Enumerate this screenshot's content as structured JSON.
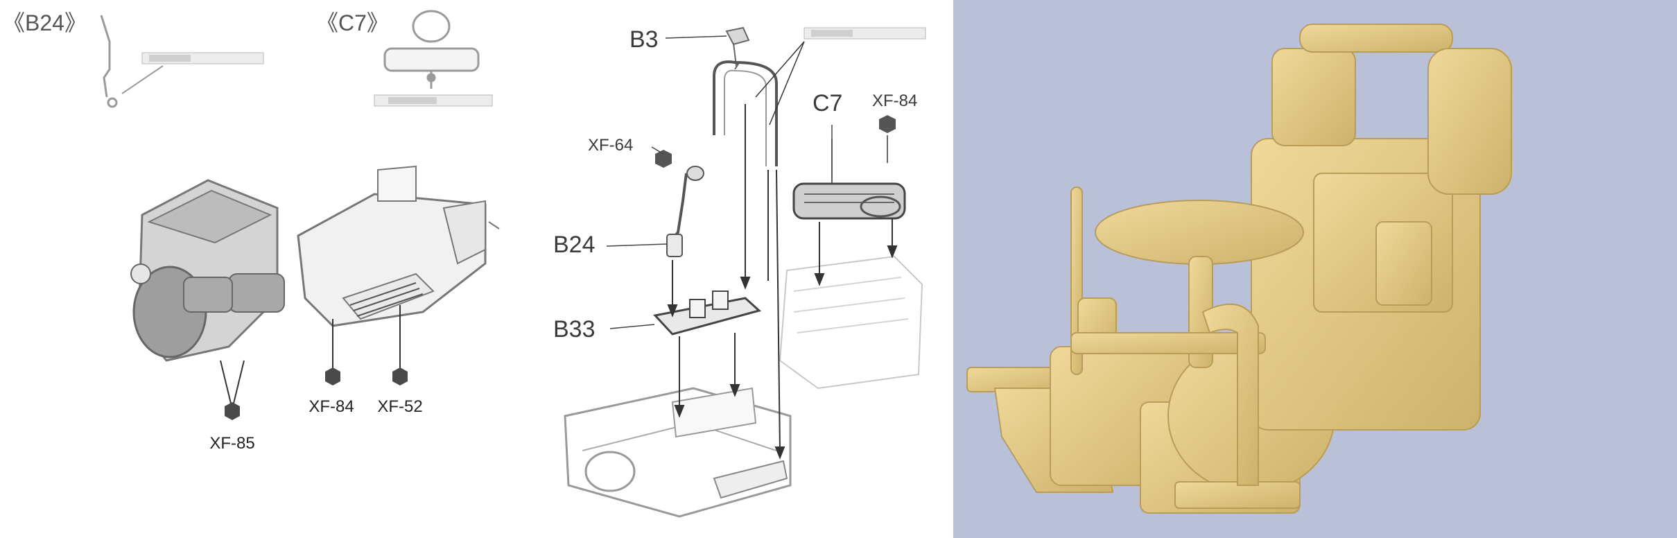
{
  "instructions": {
    "sprue_headers": [
      "《B24》",
      "《C7》"
    ],
    "step1": {
      "paint_codes": [
        "XF-85",
        "XF-84",
        "XF-52"
      ]
    },
    "step2": {
      "part_labels": [
        "B3",
        "C7",
        "XF-84",
        "XF-64",
        "B24",
        "B33"
      ]
    }
  },
  "photo": {
    "subject": "assembled engine model",
    "colors": {
      "plastic": "#e3cc8a",
      "background": "#b9c0d8"
    }
  }
}
